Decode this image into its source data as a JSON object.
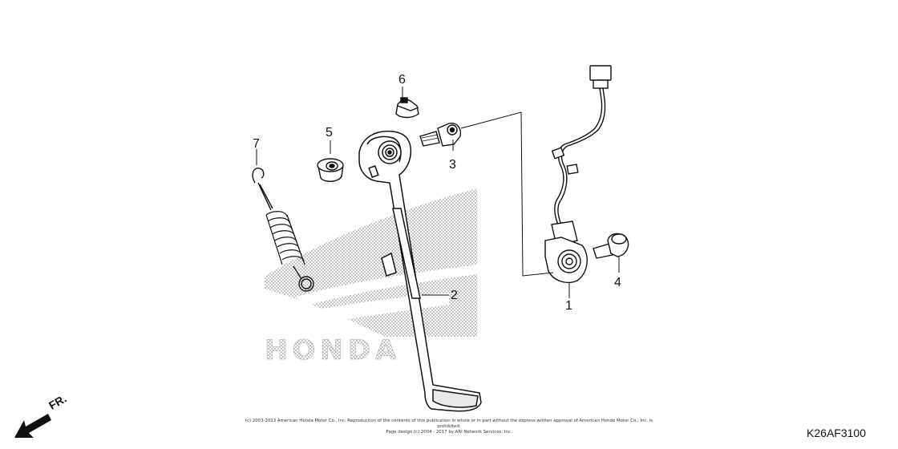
{
  "diagram": {
    "callouts": [
      {
        "id": "1",
        "text": "1"
      },
      {
        "id": "2",
        "text": "2"
      },
      {
        "id": "3",
        "text": "3"
      },
      {
        "id": "4",
        "text": "4"
      },
      {
        "id": "5",
        "text": "5"
      },
      {
        "id": "6",
        "text": "6"
      },
      {
        "id": "7",
        "text": "7"
      }
    ],
    "watermark": {
      "wordmark": "HONDA"
    },
    "front_indicator": {
      "label": "FR.",
      "icon": "front-arrow-icon"
    },
    "copyright_line1": "(c) 2003-2013 American Honda Motor Co., Inc. Reproduction of the contents of this publication in whole or in part without the express written approval of American Honda Motor Co., Inc. is prohibited.",
    "copyright_line2": "Page design (c) 2004 - 2017 by ARI Network Services, Inc.",
    "diagram_code": "K26AF3100"
  }
}
